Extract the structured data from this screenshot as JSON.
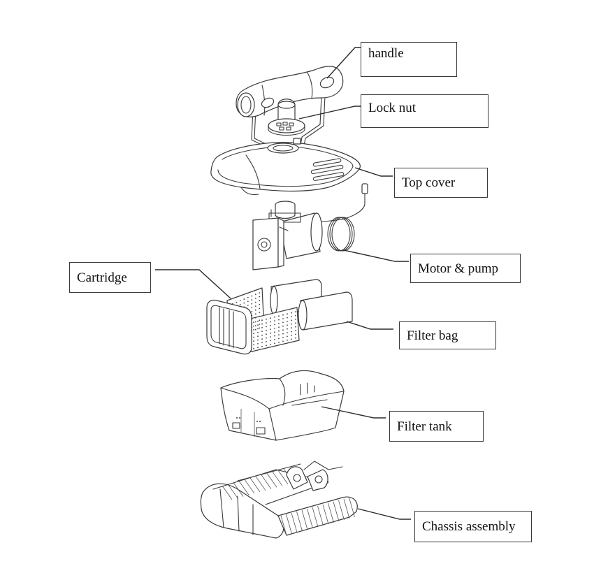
{
  "diagram": {
    "type": "exploded-view parts diagram",
    "subject": "pool cleaning robot",
    "parts": [
      {
        "id": "handle",
        "label": "handle"
      },
      {
        "id": "lock-nut",
        "label": "Lock nut"
      },
      {
        "id": "top-cover",
        "label": "Top cover"
      },
      {
        "id": "motor-pump",
        "label": "Motor & pump"
      },
      {
        "id": "cartridge",
        "label": "Cartridge"
      },
      {
        "id": "filter-bag",
        "label": "Filter bag"
      },
      {
        "id": "filter-tank",
        "label": "Filter tank"
      },
      {
        "id": "chassis",
        "label": "Chassis assembly"
      }
    ]
  },
  "colors": {
    "line": "#2a2a2a",
    "background": "#ffffff"
  }
}
